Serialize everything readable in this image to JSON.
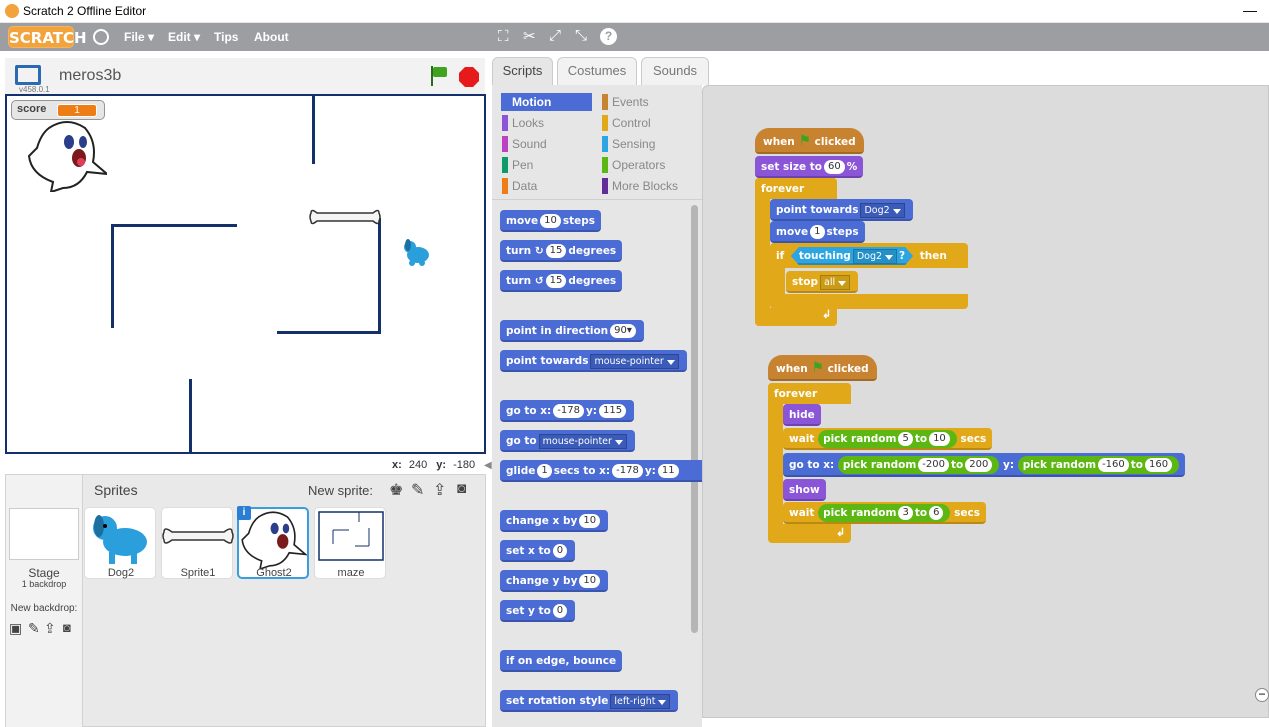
{
  "window": {
    "title": "Scratch 2 Offline Editor",
    "minimize": "—"
  },
  "menubar": {
    "logo": "SCRATCH",
    "file": "File ▾",
    "edit": "Edit ▾",
    "tips": "Tips",
    "about": "About",
    "icons": [
      "duplicate-icon",
      "delete-icon",
      "grow-icon",
      "shrink-icon",
      "help-icon"
    ]
  },
  "stage_header": {
    "project_title": "meros3b",
    "version": "v458.0.1"
  },
  "stage": {
    "variable_name": "score",
    "variable_value": "1",
    "coords": {
      "x_label": "x:",
      "x": "240",
      "y_label": "y:",
      "y": "-180"
    }
  },
  "sprites_panel": {
    "title": "Sprites",
    "new_sprite_label": "New sprite:",
    "stage_label": "Stage",
    "backdrop_count": "1 backdrop",
    "new_backdrop_label": "New backdrop:",
    "sprites": [
      {
        "name": "Dog2",
        "selected": false
      },
      {
        "name": "Sprite1",
        "selected": false
      },
      {
        "name": "Ghost2",
        "selected": true
      },
      {
        "name": "maze",
        "selected": false
      }
    ]
  },
  "tabs": [
    "Scripts",
    "Costumes",
    "Sounds"
  ],
  "active_tab": "Scripts",
  "categories": [
    {
      "label": "Motion",
      "color": "#4a6cd4",
      "active": true
    },
    {
      "label": "Events",
      "color": "#c88330"
    },
    {
      "label": "Looks",
      "color": "#8a55d7"
    },
    {
      "label": "Control",
      "color": "#e1a91a"
    },
    {
      "label": "Sound",
      "color": "#bb42c3"
    },
    {
      "label": "Sensing",
      "color": "#2ca5e2"
    },
    {
      "label": "Pen",
      "color": "#0e9a6c"
    },
    {
      "label": "Operators",
      "color": "#5cb712"
    },
    {
      "label": "Data",
      "color": "#ee7d16"
    },
    {
      "label": "More Blocks",
      "color": "#632d99"
    }
  ],
  "palette": {
    "move": [
      "move",
      "10",
      "steps"
    ],
    "turn_cw": [
      "turn",
      "15",
      "degrees"
    ],
    "turn_ccw": [
      "turn",
      "15",
      "degrees"
    ],
    "point_dir": [
      "point in direction",
      "90▾"
    ],
    "point_towards": [
      "point towards",
      "mouse-pointer"
    ],
    "goto_xy": [
      "go to x:",
      "-178",
      "y:",
      "115"
    ],
    "goto": [
      "go to",
      "mouse-pointer"
    ],
    "glide": [
      "glide",
      "1",
      "secs to x:",
      "-178",
      "y:",
      "11"
    ],
    "change_x": [
      "change x by",
      "10"
    ],
    "set_x": [
      "set x to",
      "0"
    ],
    "change_y": [
      "change y by",
      "10"
    ],
    "set_y": [
      "set y to",
      "0"
    ],
    "bounce": "if on edge, bounce",
    "rotation": [
      "set rotation style",
      "left-right"
    ]
  },
  "script1": {
    "hat": [
      "when",
      "clicked"
    ],
    "size": [
      "set size to",
      "60",
      "%"
    ],
    "forever": "forever",
    "towards": [
      "point towards",
      "Dog2"
    ],
    "move": [
      "move",
      "1",
      "steps"
    ],
    "if": [
      "if",
      "touching",
      "Dog2",
      "?",
      "then"
    ],
    "stop": [
      "stop",
      "all"
    ]
  },
  "script2": {
    "hat": [
      "when",
      "clicked"
    ],
    "forever": "forever",
    "hide": "hide",
    "wait1": [
      "wait",
      "pick random",
      "5",
      "to",
      "10",
      "secs"
    ],
    "goto": [
      "go to x:",
      "pick random",
      "-200",
      "to",
      "200",
      "y:",
      "pick random",
      "-160",
      "to",
      "160"
    ],
    "show": "show",
    "wait2": [
      "wait",
      "pick random",
      "3",
      "to",
      "6",
      "secs"
    ]
  }
}
